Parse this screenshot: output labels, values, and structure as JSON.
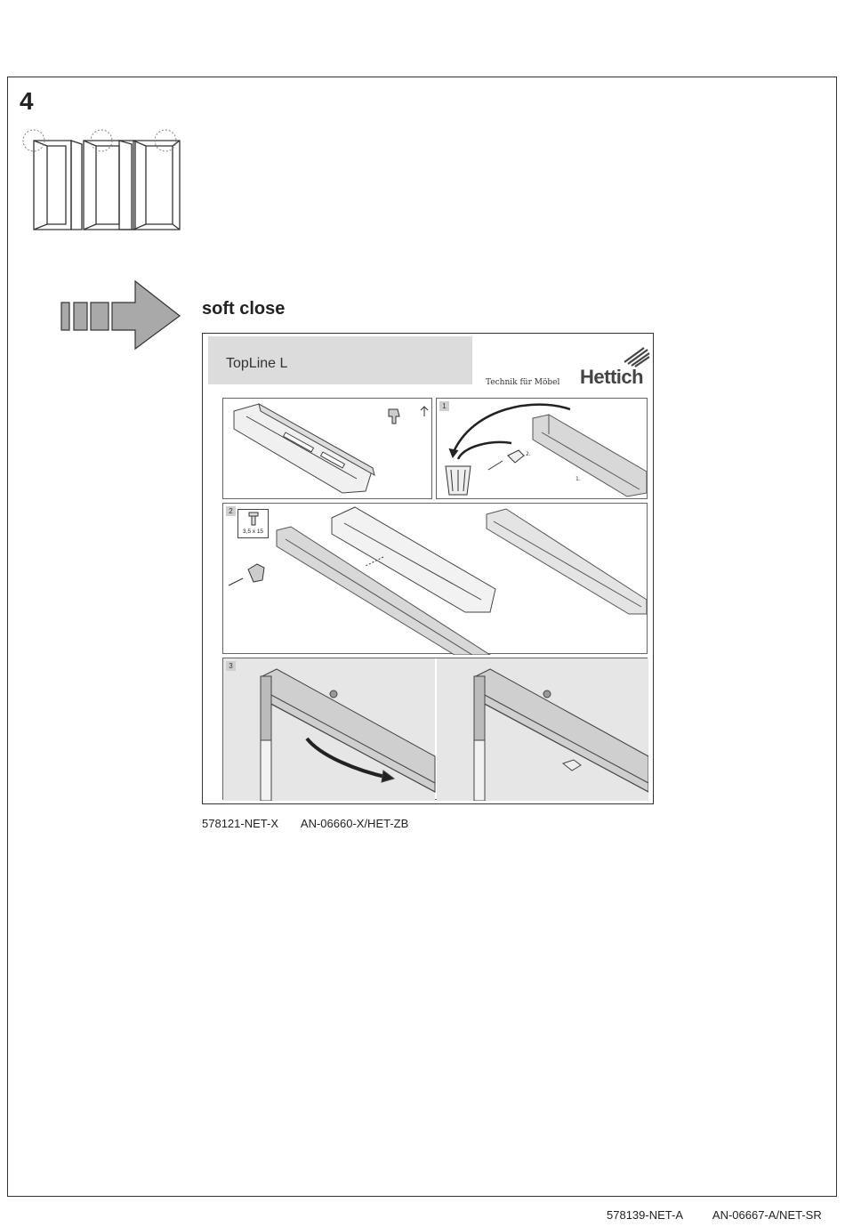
{
  "step": {
    "number": "4"
  },
  "section": {
    "title": "soft close"
  },
  "insert": {
    "product_name": "TopLine L",
    "tagline": "Technik für Möbel",
    "brand": "Hettich",
    "panels": [
      {
        "number": ""
      },
      {
        "number": "1"
      },
      {
        "number": "2",
        "screw_spec": "3,5 x 15"
      },
      {
        "number": "3"
      }
    ]
  },
  "codes": {
    "left_code": "578121-NET-X",
    "right_code": "AN-06660-X/HET-ZB"
  },
  "footer": {
    "left_code": "578139-NET-A",
    "right_code": "AN-06667-A/NET-SR"
  }
}
